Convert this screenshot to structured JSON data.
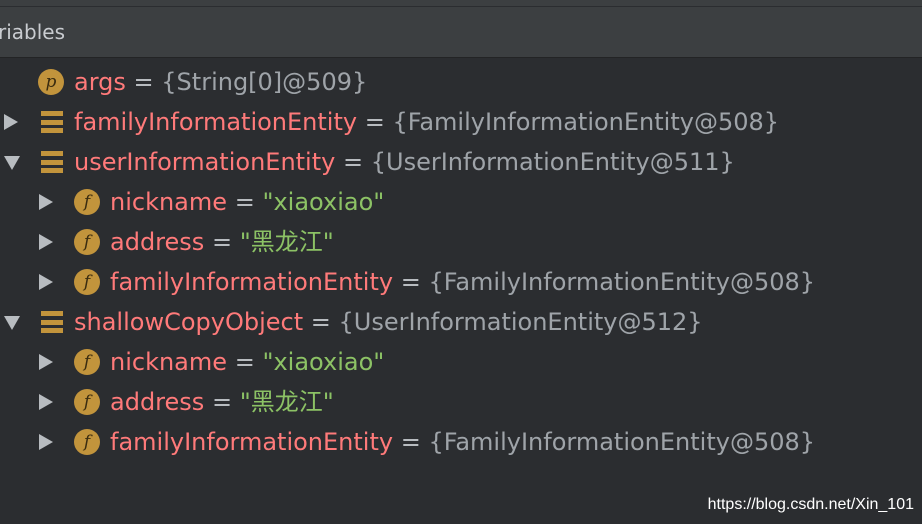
{
  "panel": {
    "title": "riables"
  },
  "colors": {
    "background": "#2b2d30",
    "header": "#3c3f41",
    "variable_name": "#ff7a7a",
    "reference_value": "#9fa4a9",
    "string_value": "#8cc265",
    "icon": "#c2943c"
  },
  "variables": [
    {
      "name": "args",
      "value": "{String[0]@509}",
      "icon": "p",
      "icon_name": "parameter-icon",
      "toggle": "none"
    },
    {
      "name": "familyInformationEntity",
      "value": "{FamilyInformationEntity@508}",
      "icon": "object",
      "icon_name": "object-icon",
      "toggle": "collapsed"
    },
    {
      "name": "userInformationEntity",
      "value": "{UserInformationEntity@511}",
      "icon": "object",
      "icon_name": "object-icon",
      "toggle": "expanded"
    },
    {
      "name": "nickname",
      "value": "\"xiaoxiao\"",
      "icon": "f",
      "icon_name": "field-icon",
      "toggle": "collapsed"
    },
    {
      "name": "address",
      "value": "\"黑龙江\"",
      "icon": "f",
      "icon_name": "field-icon",
      "toggle": "collapsed"
    },
    {
      "name": "familyInformationEntity",
      "value": "{FamilyInformationEntity@508}",
      "icon": "f",
      "icon_name": "field-icon",
      "toggle": "collapsed"
    },
    {
      "name": "shallowCopyObject",
      "value": "{UserInformationEntity@512}",
      "icon": "object",
      "icon_name": "object-icon",
      "toggle": "expanded"
    },
    {
      "name": "nickname",
      "value": "\"xiaoxiao\"",
      "icon": "f",
      "icon_name": "field-icon",
      "toggle": "collapsed"
    },
    {
      "name": "address",
      "value": "\"黑龙江\"",
      "icon": "f",
      "icon_name": "field-icon",
      "toggle": "collapsed"
    },
    {
      "name": "familyInformationEntity",
      "value": "{FamilyInformationEntity@508}",
      "icon": "f",
      "icon_name": "field-icon",
      "toggle": "collapsed"
    }
  ],
  "equals": "=",
  "watermark": "https://blog.csdn.net/Xin_101"
}
